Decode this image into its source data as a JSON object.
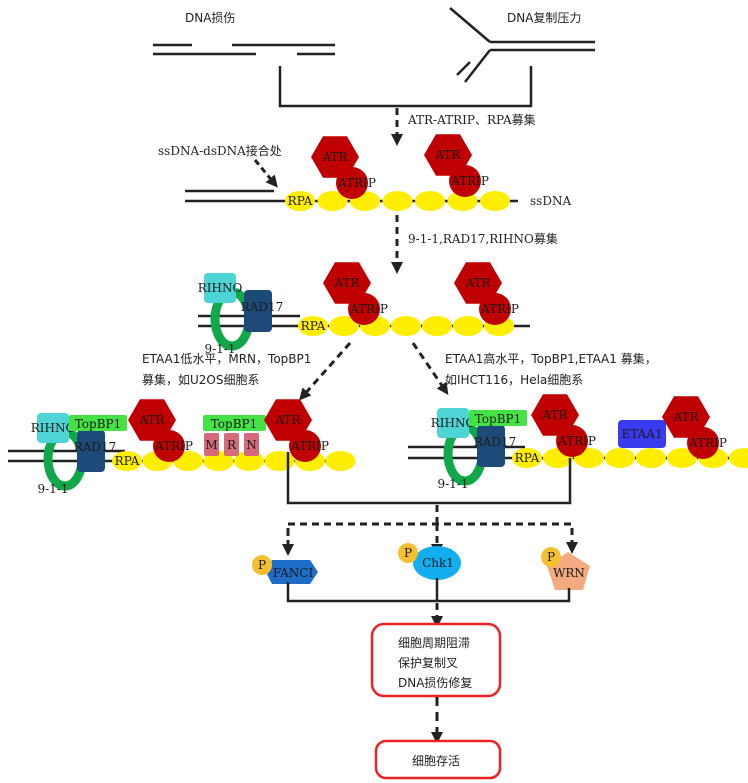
{
  "colors": {
    "atr": "#c00000",
    "rpa": "#ffee00",
    "rihno": "#4dd4d4",
    "rad17": "#1e4a7a",
    "ring911": "#10a84a",
    "topbp1": "#44e244",
    "mrn": "#d46a7a",
    "etaa1": "#3a3aee",
    "fanci": "#1e6ec8",
    "chk1": "#12aef0",
    "wrn": "#f2aa7e",
    "phospho": "#f5c030",
    "outcome_border": "#ee2222",
    "line": "#222222"
  },
  "top": {
    "dna_damage_label": "DNA损伤",
    "replication_stress_label": "DNA复制压力",
    "step1_label": "ATR-ATRIP、RPA募集"
  },
  "stage1": {
    "junction_label": "ssDNA-dsDNA接合处",
    "ssdna_label": "ssDNA",
    "rpa_label": "RPA",
    "atr_label": "ATR",
    "atrip_label": "ATRIP",
    "step2_label": "9-1-1,RAD17,RIHNO募集"
  },
  "stage2": {
    "rihno_label": "RIHNO",
    "rad17_label": "RAD17",
    "ring_label": "9-1-1",
    "rpa_label": "RPA",
    "atr_label": "ATR",
    "atrip_label": "ATRIP"
  },
  "branches": {
    "left": {
      "condition_line1": "ETAA1低水平，MRN，TopBP1",
      "condition_line2": "募集，如U2OS细胞系",
      "rihno_label": "RIHNO",
      "topbp1_label": "TopBP1",
      "rad17_label": "RAD17",
      "ring_label": "9-1-1",
      "rpa_label": "RPA",
      "atr_label": "ATR",
      "atrip_label": "ATRIP",
      "topbp1_b_label": "TopBP1",
      "mrn_labels": [
        "M",
        "R",
        "N"
      ]
    },
    "right": {
      "condition_line1": "ETAA1高水平，TopBP1,ETAA1 募集，",
      "condition_line2": "如IHCT116，Hela细胞系",
      "rihno_label": "RIHNO",
      "topbp1_label": "TopBP1",
      "rad17_label": "RAD17",
      "ring_label": "9-1-1",
      "rpa_label": "RPA",
      "atr_label": "ATR",
      "atrip_label": "ATRIP",
      "etaa1_label": "ETAA1"
    }
  },
  "substrates": {
    "phospho_label": "P",
    "items": [
      "FANCI",
      "Chk1",
      "WRN"
    ]
  },
  "outcomes": {
    "response_lines": [
      "细胞周期阻滞",
      "保护复制叉",
      "DNA损伤修复"
    ],
    "survival": "细胞存活"
  }
}
